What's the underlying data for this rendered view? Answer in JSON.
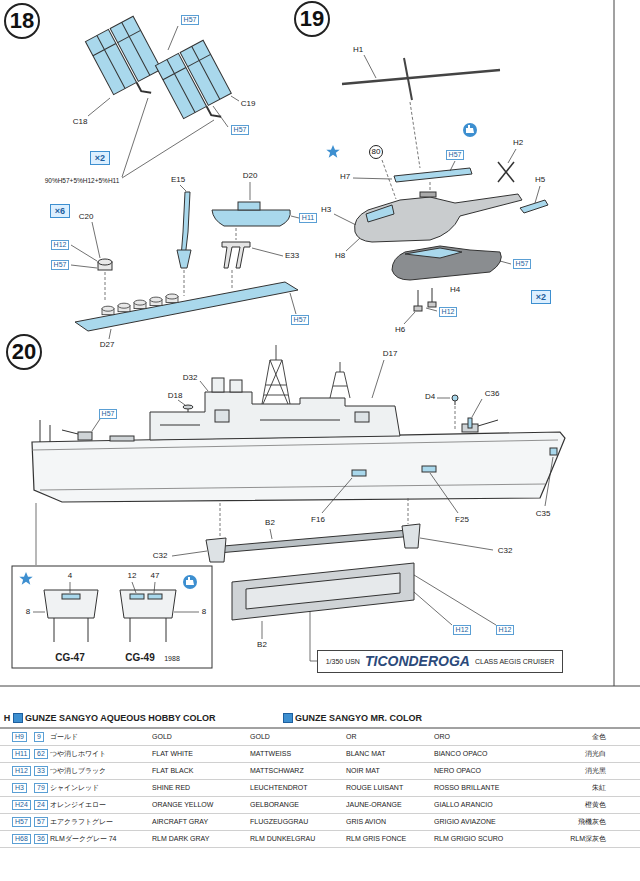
{
  "diagram": {
    "nodes": [
      {
        "text": [
          "18"
        ]
      },
      {
        "text": [
          "19"
        ]
      },
      {
        "text": [
          "20"
        ]
      },
      {
        "text": [
          "×2"
        ]
      },
      {
        "text": [
          "×6"
        ]
      },
      {
        "text": [
          "×2"
        ]
      },
      {
        "text": [
          "80"
        ]
      },
      {
        "text": [
          "1/350 USN",
          "TICONDEROGA",
          "CLASS AEGIS CRUISER"
        ]
      }
    ],
    "labels": [
      "C18",
      "C19",
      "E15",
      "D20",
      "E33",
      "C20",
      "D27",
      "90%H57+5%H12+5%H11",
      "H57",
      "H57",
      "H12",
      "H57",
      "H11",
      "H57",
      "H1",
      "H7",
      "H2",
      "H5",
      "H3",
      "H8",
      "H4",
      "H6",
      "H57",
      "H57",
      "H12",
      "D32",
      "D18",
      "D17",
      "D4",
      "C36",
      "F16",
      "F25",
      "C35",
      "C32",
      "C32",
      "B2",
      "B2",
      "H57",
      "H12",
      "H12",
      "4",
      "8",
      "CG-47",
      "12",
      "47",
      "8",
      "CG-49",
      "1988",
      "H",
      "H9",
      "9",
      "ゴールド",
      "GOLD",
      "GOLD",
      "OR",
      "ORO",
      "金色",
      "H11",
      "62",
      "つや消しホワイト",
      "FLAT WHITE",
      "MATTWEISS",
      "BLANC MAT",
      "BIANCO OPACO",
      "消光白",
      "H12",
      "33",
      "つや消しブラック",
      "FLAT BLACK",
      "MATTSCHWARZ",
      "NOIR MAT",
      "NERO OPACO",
      "消光黑",
      "H3",
      "79",
      "シャインレッド",
      "SHINE RED",
      "LEUCHTENDROT",
      "ROUGE LUISANT",
      "ROSSO BRILLANTE",
      "朱紅",
      "H24",
      "24",
      "オレンジイエロー",
      "ORANGE YELLOW",
      "GELBORANGE",
      "JAUNE-ORANGE",
      "GIALLO ARANCIO",
      "橙黄色",
      "H57",
      "57",
      "エアクラフトグレー",
      "AIRCRAFT GRAY",
      "FLUGZEUGGRAU",
      "GRIS AVION",
      "GRIGIO AVIAZONE",
      "飛機灰色",
      "H68",
      "36",
      "RLMダークグレー 74",
      "RLM DARK GRAY",
      "RLM DUNKELGRAU",
      "RLM GRIS FONCE",
      "RLM GRIGIO SCURO",
      "RLM深灰色"
    ],
    "legend": [
      {
        "text": "GUNZE SANGYO AQUEOUS HOBBY COLOR",
        "color": "#3d8fd0"
      },
      {
        "text": "GUNZE SANGYO MR. COLOR",
        "color": "#3d8fd0"
      }
    ]
  }
}
